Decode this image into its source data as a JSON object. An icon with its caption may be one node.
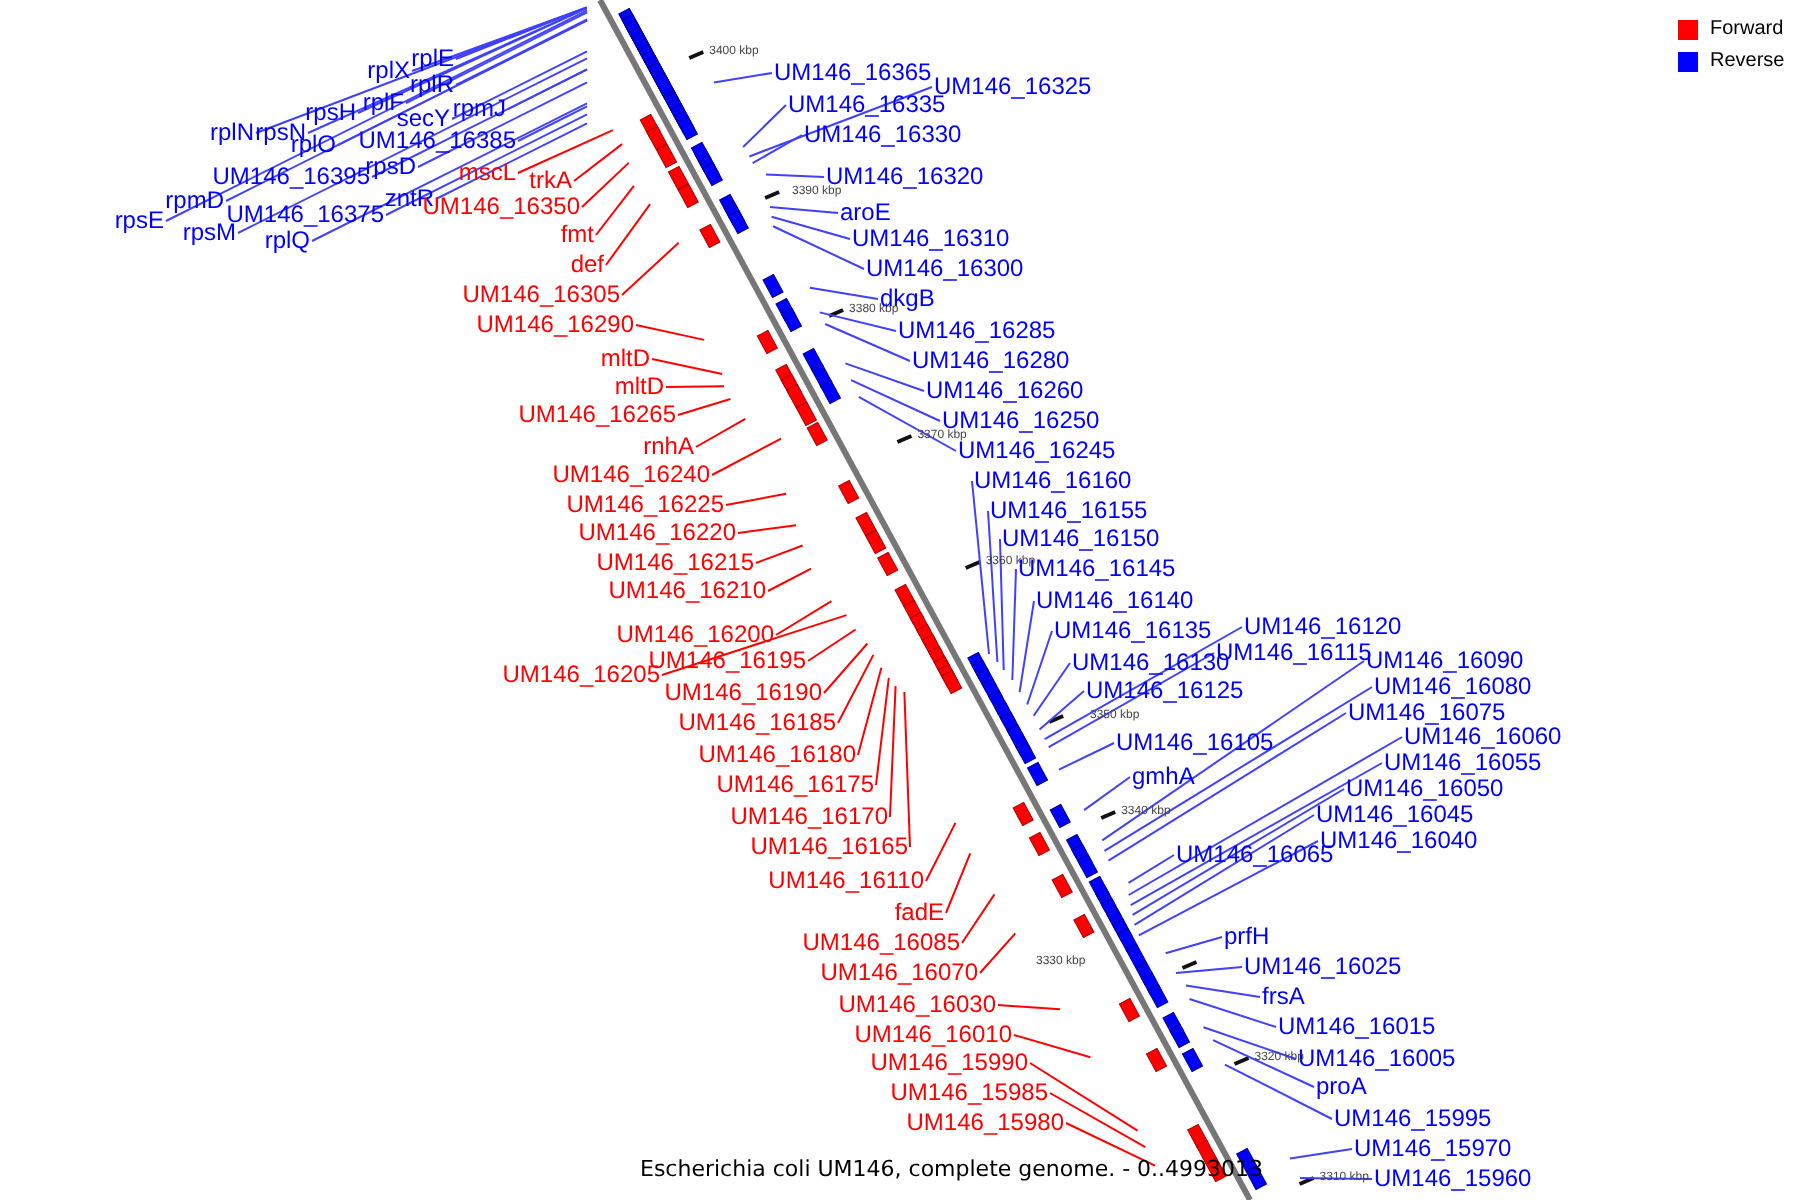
{
  "diagram": {
    "caption": "Escherichia coli UM146, complete genome. - 0..4993013",
    "nodes": [
      {
        "text": [
          "rplX"
        ]
      },
      {
        "text": [
          "rplE"
        ]
      },
      {
        "text": [
          "rplR"
        ]
      },
      {
        "text": [
          "rplF"
        ]
      },
      {
        "text": [
          "rpsH"
        ]
      },
      {
        "text": [
          "rplN"
        ]
      },
      {
        "text": [
          "rpsN"
        ]
      },
      {
        "text": [
          "secY"
        ]
      },
      {
        "text": [
          "rpmJ"
        ]
      },
      {
        "text": [
          "rplO"
        ]
      },
      {
        "text": [
          "UM146_16385"
        ]
      },
      {
        "text": [
          "UM146_16395"
        ]
      },
      {
        "text": [
          "rpsD"
        ]
      },
      {
        "text": [
          "rpmD"
        ]
      },
      {
        "text": [
          "rpsE"
        ]
      },
      {
        "text": [
          "rpsM"
        ]
      },
      {
        "text": [
          "UM146_16375"
        ]
      },
      {
        "text": [
          "zntR"
        ]
      },
      {
        "text": [
          "rplQ"
        ]
      },
      {
        "text": [
          "mscL"
        ]
      },
      {
        "text": [
          "trkA"
        ]
      },
      {
        "text": [
          "UM146_16350"
        ]
      },
      {
        "text": [
          "fmt"
        ]
      },
      {
        "text": [
          "def"
        ]
      },
      {
        "text": [
          "UM146_16305"
        ]
      },
      {
        "text": [
          "UM146_16290"
        ]
      },
      {
        "text": [
          "mltD"
        ]
      },
      {
        "text": [
          "mltD"
        ]
      },
      {
        "text": [
          "UM146_16265"
        ]
      },
      {
        "text": [
          "rnhA"
        ]
      },
      {
        "text": [
          "UM146_16240"
        ]
      },
      {
        "text": [
          "UM146_16225"
        ]
      },
      {
        "text": [
          "UM146_16220"
        ]
      },
      {
        "text": [
          "UM146_16215"
        ]
      },
      {
        "text": [
          "UM146_16210"
        ]
      },
      {
        "text": [
          "UM146_16200"
        ]
      },
      {
        "text": [
          "UM146_16205"
        ]
      },
      {
        "text": [
          "UM146_16195"
        ]
      },
      {
        "text": [
          "UM146_16190"
        ]
      },
      {
        "text": [
          "UM146_16185"
        ]
      },
      {
        "text": [
          "UM146_16180"
        ]
      },
      {
        "text": [
          "UM146_16175"
        ]
      },
      {
        "text": [
          "UM146_16170"
        ]
      },
      {
        "text": [
          "UM146_16165"
        ]
      },
      {
        "text": [
          "UM146_16110"
        ]
      },
      {
        "text": [
          "fadE"
        ]
      },
      {
        "text": [
          "UM146_16085"
        ]
      },
      {
        "text": [
          "UM146_16070"
        ]
      },
      {
        "text": [
          "UM146_16030"
        ]
      },
      {
        "text": [
          "UM146_16010"
        ]
      },
      {
        "text": [
          "UM146_15990"
        ]
      },
      {
        "text": [
          "UM146_15985"
        ]
      },
      {
        "text": [
          "UM146_15980"
        ]
      },
      {
        "text": [
          "UM146_16365"
        ]
      },
      {
        "text": [
          "UM146_16325"
        ]
      },
      {
        "text": [
          "UM146_16335"
        ]
      },
      {
        "text": [
          "UM146_16330"
        ]
      },
      {
        "text": [
          "UM146_16320"
        ]
      },
      {
        "text": [
          "aroE"
        ]
      },
      {
        "text": [
          "UM146_16310"
        ]
      },
      {
        "text": [
          "UM146_16300"
        ]
      },
      {
        "text": [
          "dkgB"
        ]
      },
      {
        "text": [
          "UM146_16285"
        ]
      },
      {
        "text": [
          "UM146_16280"
        ]
      },
      {
        "text": [
          "UM146_16260"
        ]
      },
      {
        "text": [
          "UM146_16250"
        ]
      },
      {
        "text": [
          "UM146_16245"
        ]
      },
      {
        "text": [
          "UM146_16160"
        ]
      },
      {
        "text": [
          "UM146_16155"
        ]
      },
      {
        "text": [
          "UM146_16150"
        ]
      },
      {
        "text": [
          "UM146_16145"
        ]
      },
      {
        "text": [
          "UM146_16140"
        ]
      },
      {
        "text": [
          "UM146_16135"
        ]
      },
      {
        "text": [
          "UM146_16120"
        ]
      },
      {
        "text": [
          "UM146_16130"
        ]
      },
      {
        "text": [
          "UM146_16115"
        ]
      },
      {
        "text": [
          "UM146_16090"
        ]
      },
      {
        "text": [
          "UM146_16125"
        ]
      },
      {
        "text": [
          "UM146_16080"
        ]
      },
      {
        "text": [
          "UM146_16075"
        ]
      },
      {
        "text": [
          "UM146_16060"
        ]
      },
      {
        "text": [
          "UM146_16105"
        ]
      },
      {
        "text": [
          "UM146_16055"
        ]
      },
      {
        "text": [
          "gmhA"
        ]
      },
      {
        "text": [
          "UM146_16050"
        ]
      },
      {
        "text": [
          "UM146_16045"
        ]
      },
      {
        "text": [
          "UM146_16040"
        ]
      },
      {
        "text": [
          "UM146_16065"
        ]
      },
      {
        "text": [
          "prfH"
        ]
      },
      {
        "text": [
          "UM146_16025"
        ]
      },
      {
        "text": [
          "frsA"
        ]
      },
      {
        "text": [
          "UM146_16015"
        ]
      },
      {
        "text": [
          "UM146_16005"
        ]
      },
      {
        "text": [
          "proA"
        ]
      },
      {
        "text": [
          "UM146_15995"
        ]
      },
      {
        "text": [
          "UM146_15970"
        ]
      },
      {
        "text": [
          "UM146_15960"
        ]
      }
    ],
    "edges": [
      {
        "from": 0,
        "to": null,
        "arrow": "none"
      },
      {
        "from": 1,
        "to": null,
        "arrow": "none"
      },
      {
        "from": 2,
        "to": null,
        "arrow": "none"
      },
      {
        "from": 3,
        "to": null,
        "arrow": "none"
      },
      {
        "from": 4,
        "to": null,
        "arrow": "none"
      },
      {
        "from": 5,
        "to": null,
        "arrow": "none"
      },
      {
        "from": 6,
        "to": null,
        "arrow": "none"
      },
      {
        "from": 7,
        "to": null,
        "arrow": "none"
      },
      {
        "from": 8,
        "to": null,
        "arrow": "none"
      },
      {
        "from": 9,
        "to": null,
        "arrow": "none"
      },
      {
        "from": 10,
        "to": null,
        "arrow": "none"
      },
      {
        "from": 11,
        "to": null,
        "arrow": "none"
      },
      {
        "from": 12,
        "to": null,
        "arrow": "none"
      },
      {
        "from": 13,
        "to": null,
        "arrow": "none"
      },
      {
        "from": 14,
        "to": null,
        "arrow": "none"
      },
      {
        "from": 15,
        "to": null,
        "arrow": "none"
      },
      {
        "from": 16,
        "to": null,
        "arrow": "none"
      },
      {
        "from": 17,
        "to": null,
        "arrow": "none"
      },
      {
        "from": 18,
        "to": null,
        "arrow": "none"
      },
      {
        "from": 19,
        "to": null,
        "arrow": "none",
        "color": "#ff0000"
      },
      {
        "from": 20,
        "to": null,
        "arrow": "none",
        "color": "#ff0000"
      },
      {
        "from": 21,
        "to": null,
        "arrow": "none",
        "color": "#ff0000"
      },
      {
        "from": 22,
        "to": null,
        "arrow": "none",
        "color": "#ff0000"
      },
      {
        "from": 23,
        "to": null,
        "arrow": "none",
        "color": "#ff0000"
      },
      {
        "from": 24,
        "to": null,
        "arrow": "none",
        "color": "#ff0000"
      },
      {
        "from": 25,
        "to": null,
        "arrow": "none",
        "color": "#ff0000"
      },
      {
        "from": 26,
        "to": null,
        "arrow": "none",
        "color": "#ff0000"
      },
      {
        "from": 27,
        "to": null,
        "arrow": "none",
        "color": "#ff0000"
      },
      {
        "from": 28,
        "to": null,
        "arrow": "none",
        "color": "#ff0000"
      },
      {
        "from": 29,
        "to": null,
        "arrow": "none",
        "color": "#ff0000"
      },
      {
        "from": 30,
        "to": null,
        "arrow": "none",
        "color": "#ff0000"
      },
      {
        "from": 31,
        "to": null,
        "arrow": "none",
        "color": "#ff0000"
      },
      {
        "from": 32,
        "to": null,
        "arrow": "none",
        "color": "#ff0000"
      },
      {
        "from": 33,
        "to": null,
        "arrow": "none",
        "color": "#ff0000"
      },
      {
        "from": 34,
        "to": null,
        "arrow": "none",
        "color": "#ff0000"
      },
      {
        "from": 35,
        "to": null,
        "arrow": "none",
        "color": "#ff0000"
      },
      {
        "from": 36,
        "to": null,
        "arrow": "none",
        "color": "#ff0000"
      },
      {
        "from": 37,
        "to": null,
        "arrow": "none",
        "color": "#ff0000"
      },
      {
        "from": 38,
        "to": null,
        "arrow": "none",
        "color": "#ff0000"
      },
      {
        "from": 39,
        "to": null,
        "arrow": "none",
        "color": "#ff0000"
      },
      {
        "from": 40,
        "to": null,
        "arrow": "none",
        "color": "#ff0000"
      },
      {
        "from": 41,
        "to": null,
        "arrow": "none",
        "color": "#ff0000"
      },
      {
        "from": 42,
        "to": null,
        "arrow": "none",
        "color": "#ff0000"
      },
      {
        "from": 43,
        "to": null,
        "arrow": "none",
        "color": "#ff0000"
      },
      {
        "from": 44,
        "to": null,
        "arrow": "none",
        "color": "#ff0000"
      },
      {
        "from": 45,
        "to": null,
        "arrow": "none",
        "color": "#ff0000"
      },
      {
        "from": 46,
        "to": null,
        "arrow": "none",
        "color": "#ff0000"
      },
      {
        "from": 47,
        "to": null,
        "arrow": "none",
        "color": "#ff0000"
      },
      {
        "from": 48,
        "to": null,
        "arrow": "none",
        "color": "#ff0000"
      },
      {
        "from": 49,
        "to": null,
        "arrow": "none",
        "color": "#ff0000"
      },
      {
        "from": 50,
        "to": null,
        "arrow": "none",
        "color": "#ff0000"
      },
      {
        "from": 51,
        "to": null,
        "arrow": "none",
        "color": "#ff0000"
      },
      {
        "from": 52,
        "to": null,
        "arrow": "none",
        "color": "#ff0000"
      },
      {
        "from": 53,
        "to": null,
        "arrow": "none"
      },
      {
        "from": 54,
        "to": null,
        "arrow": "none"
      },
      {
        "from": 55,
        "to": null,
        "arrow": "none"
      },
      {
        "from": 56,
        "to": null,
        "arrow": "none"
      },
      {
        "from": 57,
        "to": null,
        "arrow": "none"
      },
      {
        "from": 58,
        "to": null,
        "arrow": "none"
      },
      {
        "from": 59,
        "to": null,
        "arrow": "none"
      },
      {
        "from": 60,
        "to": null,
        "arrow": "none"
      },
      {
        "from": 61,
        "to": null,
        "arrow": "none"
      },
      {
        "from": 62,
        "to": null,
        "arrow": "none"
      },
      {
        "from": 63,
        "to": null,
        "arrow": "none"
      },
      {
        "from": 64,
        "to": null,
        "arrow": "none"
      },
      {
        "from": 65,
        "to": null,
        "arrow": "none"
      },
      {
        "from": 66,
        "to": null,
        "arrow": "none"
      },
      {
        "from": 67,
        "to": null,
        "arrow": "none"
      },
      {
        "from": 68,
        "to": null,
        "arrow": "none"
      },
      {
        "from": 69,
        "to": null,
        "arrow": "none"
      },
      {
        "from": 70,
        "to": null,
        "arrow": "none"
      },
      {
        "from": 71,
        "to": null,
        "arrow": "none"
      },
      {
        "from": 72,
        "to": null,
        "arrow": "none"
      },
      {
        "from": 73,
        "to": null,
        "arrow": "none"
      },
      {
        "from": 74,
        "to": null,
        "arrow": "none"
      },
      {
        "from": 75,
        "to": null,
        "arrow": "none"
      },
      {
        "from": 76,
        "to": null,
        "arrow": "none"
      },
      {
        "from": 77,
        "to": null,
        "arrow": "none"
      },
      {
        "from": 78,
        "to": null,
        "arrow": "none"
      },
      {
        "from": 79,
        "to": null,
        "arrow": "none"
      },
      {
        "from": 80,
        "to": null,
        "arrow": "none"
      },
      {
        "from": 81,
        "to": null,
        "arrow": "none"
      },
      {
        "from": 82,
        "to": null,
        "arrow": "none"
      },
      {
        "from": 83,
        "to": null,
        "arrow": "none"
      },
      {
        "from": 84,
        "to": null,
        "arrow": "none"
      },
      {
        "from": 85,
        "to": null,
        "arrow": "none"
      },
      {
        "from": 86,
        "to": null,
        "arrow": "none"
      },
      {
        "from": 87,
        "to": null,
        "arrow": "none"
      },
      {
        "from": 88,
        "to": null,
        "arrow": "none"
      },
      {
        "from": 89,
        "to": null,
        "arrow": "none"
      },
      {
        "from": 90,
        "to": null,
        "arrow": "none"
      },
      {
        "from": 91,
        "to": null,
        "arrow": "none"
      },
      {
        "from": 92,
        "to": null,
        "arrow": "none"
      },
      {
        "from": 93,
        "to": null,
        "arrow": "none"
      },
      {
        "from": 94,
        "to": null,
        "arrow": "none"
      },
      {
        "from": 95,
        "to": null,
        "arrow": "none"
      },
      {
        "from": 96,
        "to": null,
        "arrow": "none"
      }
    ],
    "labels": [
      "3400 kbp",
      "3390 kbp",
      "3380 kbp",
      "3370 kbp",
      "3360 kbp",
      "3350 kbp",
      "3340 kbp",
      "3330 kbp",
      "3320 kbp",
      "3310 kbp"
    ],
    "legend": [
      {
        "text": "Forward",
        "color": "#ff0000"
      },
      {
        "text": "Reverse",
        "color": "#0000ff"
      }
    ]
  }
}
